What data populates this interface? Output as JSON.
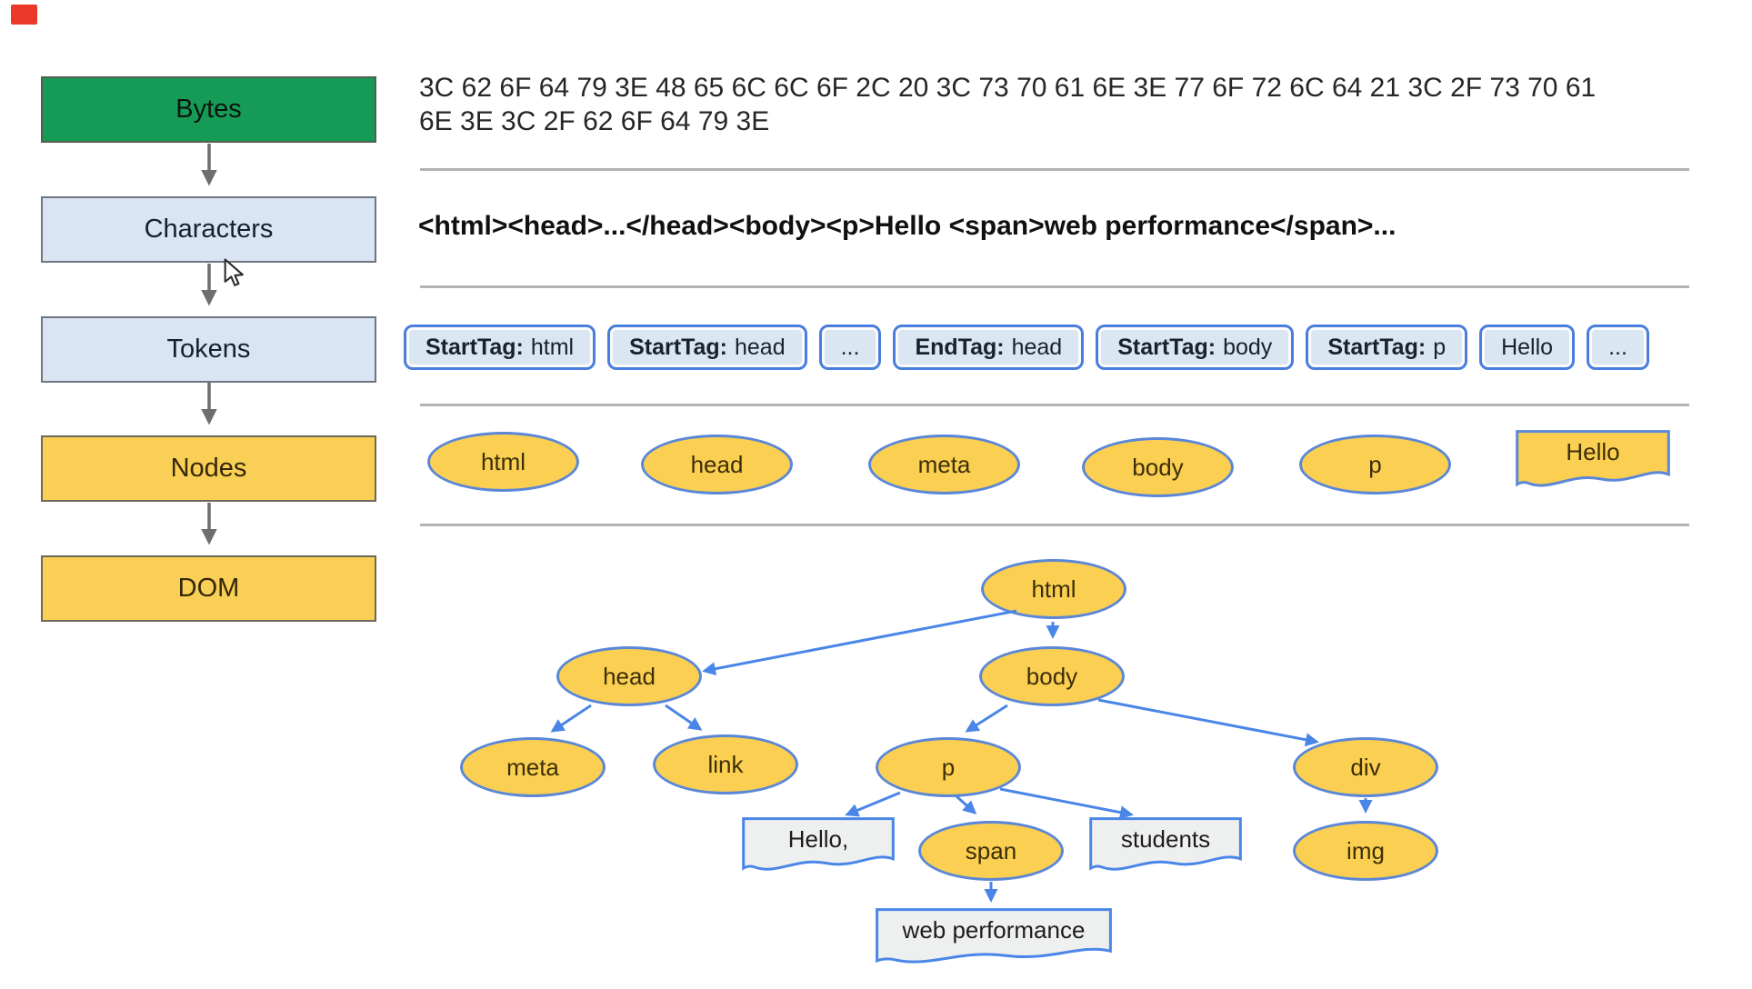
{
  "pipeline": {
    "stages": [
      {
        "label": "Bytes"
      },
      {
        "label": "Characters"
      },
      {
        "label": "Tokens"
      },
      {
        "label": "Nodes"
      },
      {
        "label": "DOM"
      }
    ]
  },
  "bytes_row": {
    "hex": "3C 62 6F 64 79 3E 48 65 6C 6C 6F 2C 20 3C 73 70 61 6E 3E 77 6F 72 6C 64 21 3C 2F 73 70 61\n6E 3E 3C 2F 62 6F 64 79 3E"
  },
  "characters_row": {
    "markup": "<html><head>...</head><body><p>Hello <span>web performance</span>..."
  },
  "tokens_row": {
    "tokens": [
      {
        "label": "StartTag:",
        "value": "html"
      },
      {
        "label": "StartTag:",
        "value": "head"
      },
      {
        "value": "..."
      },
      {
        "label": "EndTag:",
        "value": "head"
      },
      {
        "label": "StartTag:",
        "value": "body"
      },
      {
        "label": "StartTag:",
        "value": "p"
      },
      {
        "value": "Hello"
      },
      {
        "value": "..."
      }
    ]
  },
  "nodes_row": {
    "items": [
      "html",
      "head",
      "meta",
      "body",
      "p"
    ],
    "text_node": "Hello"
  },
  "dom_tree": {
    "nodes": {
      "html": "html",
      "head": "head",
      "body": "body",
      "meta": "meta",
      "link": "link",
      "p": "p",
      "div": "div",
      "span": "span",
      "img": "img",
      "text_hello": "Hello,",
      "text_students": "students",
      "text_webperf": "web performance"
    }
  },
  "colors": {
    "stage_green": "#169b57",
    "stage_blue": "#d9e5f3",
    "stage_yellow": "#f9cf55",
    "token_fill": "#dbe6f3",
    "token_border": "#4a7ede",
    "ellipse_fill": "#fbcf52",
    "ellipse_border": "#5b87d7",
    "doc_fill": "#eef0ef",
    "tree_arrow": "#4a86e8",
    "flow_arrow": "#6e6e6e",
    "divider": "#b3b3b3",
    "red_marker": "#ea3829"
  }
}
